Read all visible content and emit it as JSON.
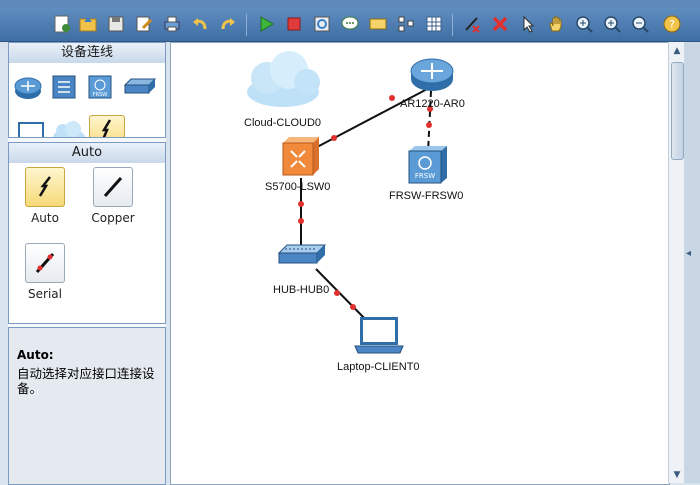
{
  "toolbar": {
    "icons": [
      "new-topo-icon",
      "open-icon",
      "save-icon",
      "save-as-icon",
      "print-icon",
      "undo-icon",
      "redo-icon",
      "start-device-icon",
      "stop-device-icon",
      "capture-icon",
      "text-note-icon",
      "rectangle-icon",
      "topo-arrange-icon",
      "grid-icon",
      "delete-connection-icon",
      "delete-icon",
      "select-pointer-icon",
      "pan-hand-icon",
      "zoom-in-icon",
      "zoom-in-alt-icon",
      "zoom-out-icon",
      "help-icon"
    ]
  },
  "left_panel": {
    "device_section_title": "设备连线",
    "devices": [
      "router",
      "switch",
      "frame-relay-switch",
      "hub",
      "pc",
      "cloud",
      "auto-connection"
    ],
    "connection_section_title": "Auto",
    "connections": [
      {
        "label": "Auto",
        "selected": true
      },
      {
        "label": "Copper",
        "selected": false
      },
      {
        "label": "Serial",
        "selected": false
      }
    ],
    "description_title": "Auto:",
    "description_text": "自动选择对应接口连接设备。"
  },
  "topology": {
    "devices": {
      "cloud": "Cloud-CLOUD0",
      "router": "AR1220-AR0",
      "switch": "S5700-LSW0",
      "frsw": "FRSW-FRSW0",
      "hub": "HUB-HUB0",
      "laptop": "Laptop-CLIENT0"
    },
    "link_status_color": "#e03030"
  }
}
